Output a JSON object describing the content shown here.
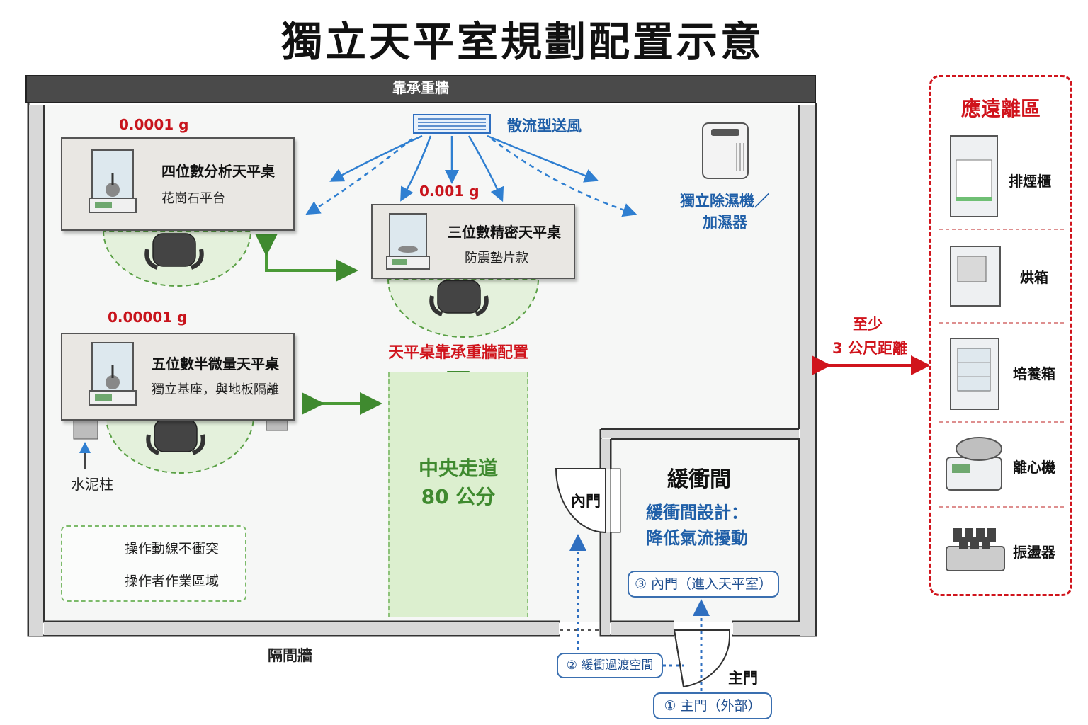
{
  "title": "獨立天平室規劃配置示意",
  "walls": {
    "load_bearing": "靠承重牆",
    "partition": "隔間牆"
  },
  "airflow": {
    "label": "散流型送風"
  },
  "dehumidifier": {
    "line1": "獨立除濕機／",
    "line2": "加濕器"
  },
  "benches": [
    {
      "precision": "0.0001 g",
      "name": "四位數分析天平桌",
      "detail": "花崗石平台"
    },
    {
      "precision": "0.001 g",
      "name": "三位數精密天平桌",
      "detail": "防震墊片款"
    },
    {
      "precision": "0.00001 g",
      "name": "五位數半微量天平桌",
      "detail": "獨立基座，與地板隔離"
    }
  ],
  "pillar_label": "水泥柱",
  "bench_note": "天平桌靠承重牆配置",
  "corridor": {
    "line1": "中央走道",
    "line2": "80 公分"
  },
  "legend": {
    "flow": "操作動線不衝突",
    "zone": "操作者作業區域"
  },
  "buffer_room": {
    "title": "緩衝間",
    "design1": "緩衝間設計：",
    "design2": "降低氣流擾動",
    "inner_door": "內門",
    "main_door": "主門"
  },
  "steps": [
    "① 主門（外部）",
    "② 緩衝過渡空間",
    "③ 內門（進入天平室）"
  ],
  "distance": {
    "line1": "至少",
    "line2": "3 公尺距離"
  },
  "far_zone": {
    "title": "應遠離區",
    "items": [
      {
        "label": "排煙櫃",
        "icon": "fume-hood-icon"
      },
      {
        "label": "烘箱",
        "icon": "oven-icon"
      },
      {
        "label": "培養箱",
        "icon": "incubator-icon"
      },
      {
        "label": "離心機",
        "icon": "centrifuge-icon"
      },
      {
        "label": "振盪器",
        "icon": "shaker-icon"
      }
    ]
  },
  "colors": {
    "accent_red": "#d0141c",
    "accent_blue": "#1f5fa8",
    "accent_green": "#3f8a2f",
    "wall": "#4a4a4a"
  }
}
